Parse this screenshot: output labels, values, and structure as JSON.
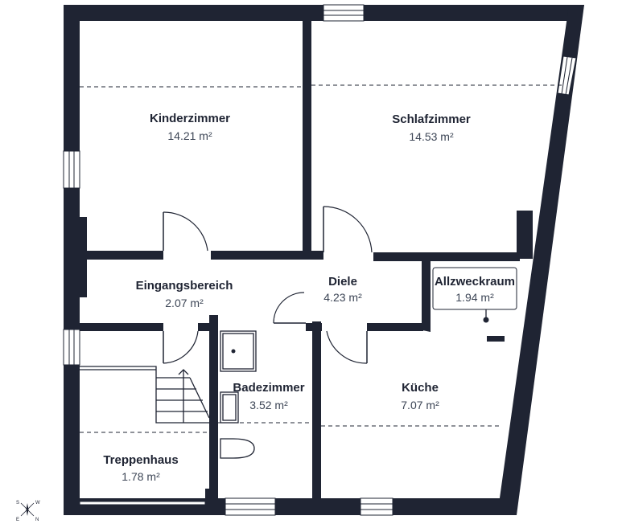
{
  "rooms": [
    {
      "name": "Kinderzimmer",
      "area": "14.21 m²"
    },
    {
      "name": "Schlafzimmer",
      "area": "14.53 m²"
    },
    {
      "name": "Eingangsbereich",
      "area": "2.07 m²"
    },
    {
      "name": "Diele",
      "area": "4.23 m²"
    },
    {
      "name": "Allzweckraum",
      "area": "1.94 m²"
    },
    {
      "name": "Badezimmer",
      "area": "3.52 m²"
    },
    {
      "name": "Küche",
      "area": "7.07 m²"
    },
    {
      "name": "Treppenhaus",
      "area": "1.78 m²"
    }
  ],
  "compass": {
    "s": "S",
    "w": "W",
    "e": "E",
    "n": "N"
  }
}
